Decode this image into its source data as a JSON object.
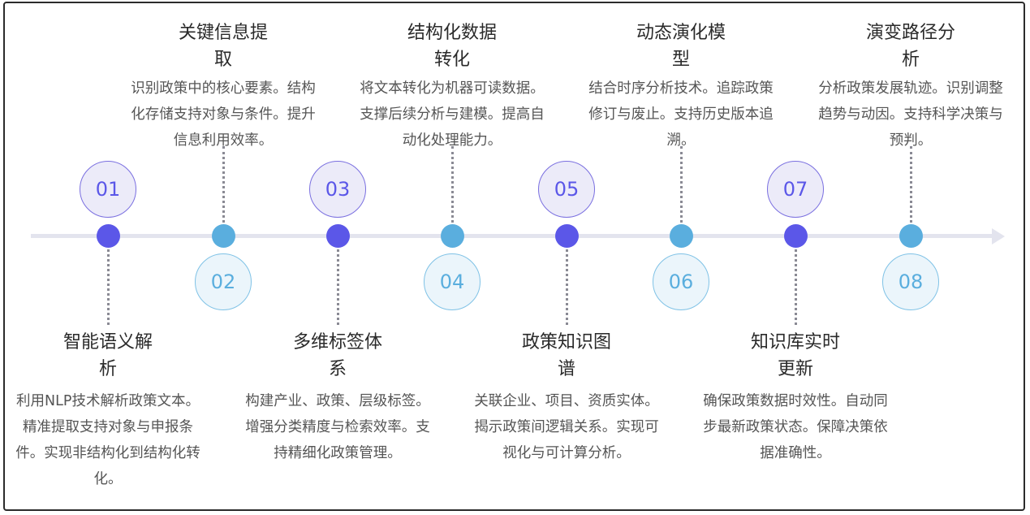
{
  "steps": [
    {
      "number": "01",
      "title": "智能语义解析",
      "description": "利用NLP技术解析政策文本。精准提取支持对象与申报条件。实现非结构化到结构化转化。"
    },
    {
      "number": "02",
      "title": "关键信息提取",
      "description": "识别政策中的核心要素。结构化存储支持对象与条件。提升信息利用效率。"
    },
    {
      "number": "03",
      "title": "多维标签体系",
      "description": "构建产业、政策、层级标签。增强分类精度与检索效率。支持精细化政策管理。"
    },
    {
      "number": "04",
      "title": "结构化数据转化",
      "description": "将文本转化为机器可读数据。支撑后续分析与建模。提高自动化处理能力。"
    },
    {
      "number": "05",
      "title": "政策知识图谱",
      "description": "关联企业、项目、资质实体。揭示政策间逻辑关系。实现可视化与可计算分析。"
    },
    {
      "number": "06",
      "title": "动态演化模型",
      "description": "结合时序分析技术。追踪政策修订与废止。支持历史版本追溯。"
    },
    {
      "number": "07",
      "title": "知识库实时更新",
      "description": "确保政策数据时效性。自动同步最新政策状态。保障决策依据准确性。"
    },
    {
      "number": "08",
      "title": "演变路径分析",
      "description": "分析政策发展轨迹。识别调整趋势与动因。支持科学决策与预判。"
    }
  ],
  "colors": {
    "odd": "#5b57e8",
    "even": "#5aaede",
    "axis": "#e3e4ee"
  }
}
